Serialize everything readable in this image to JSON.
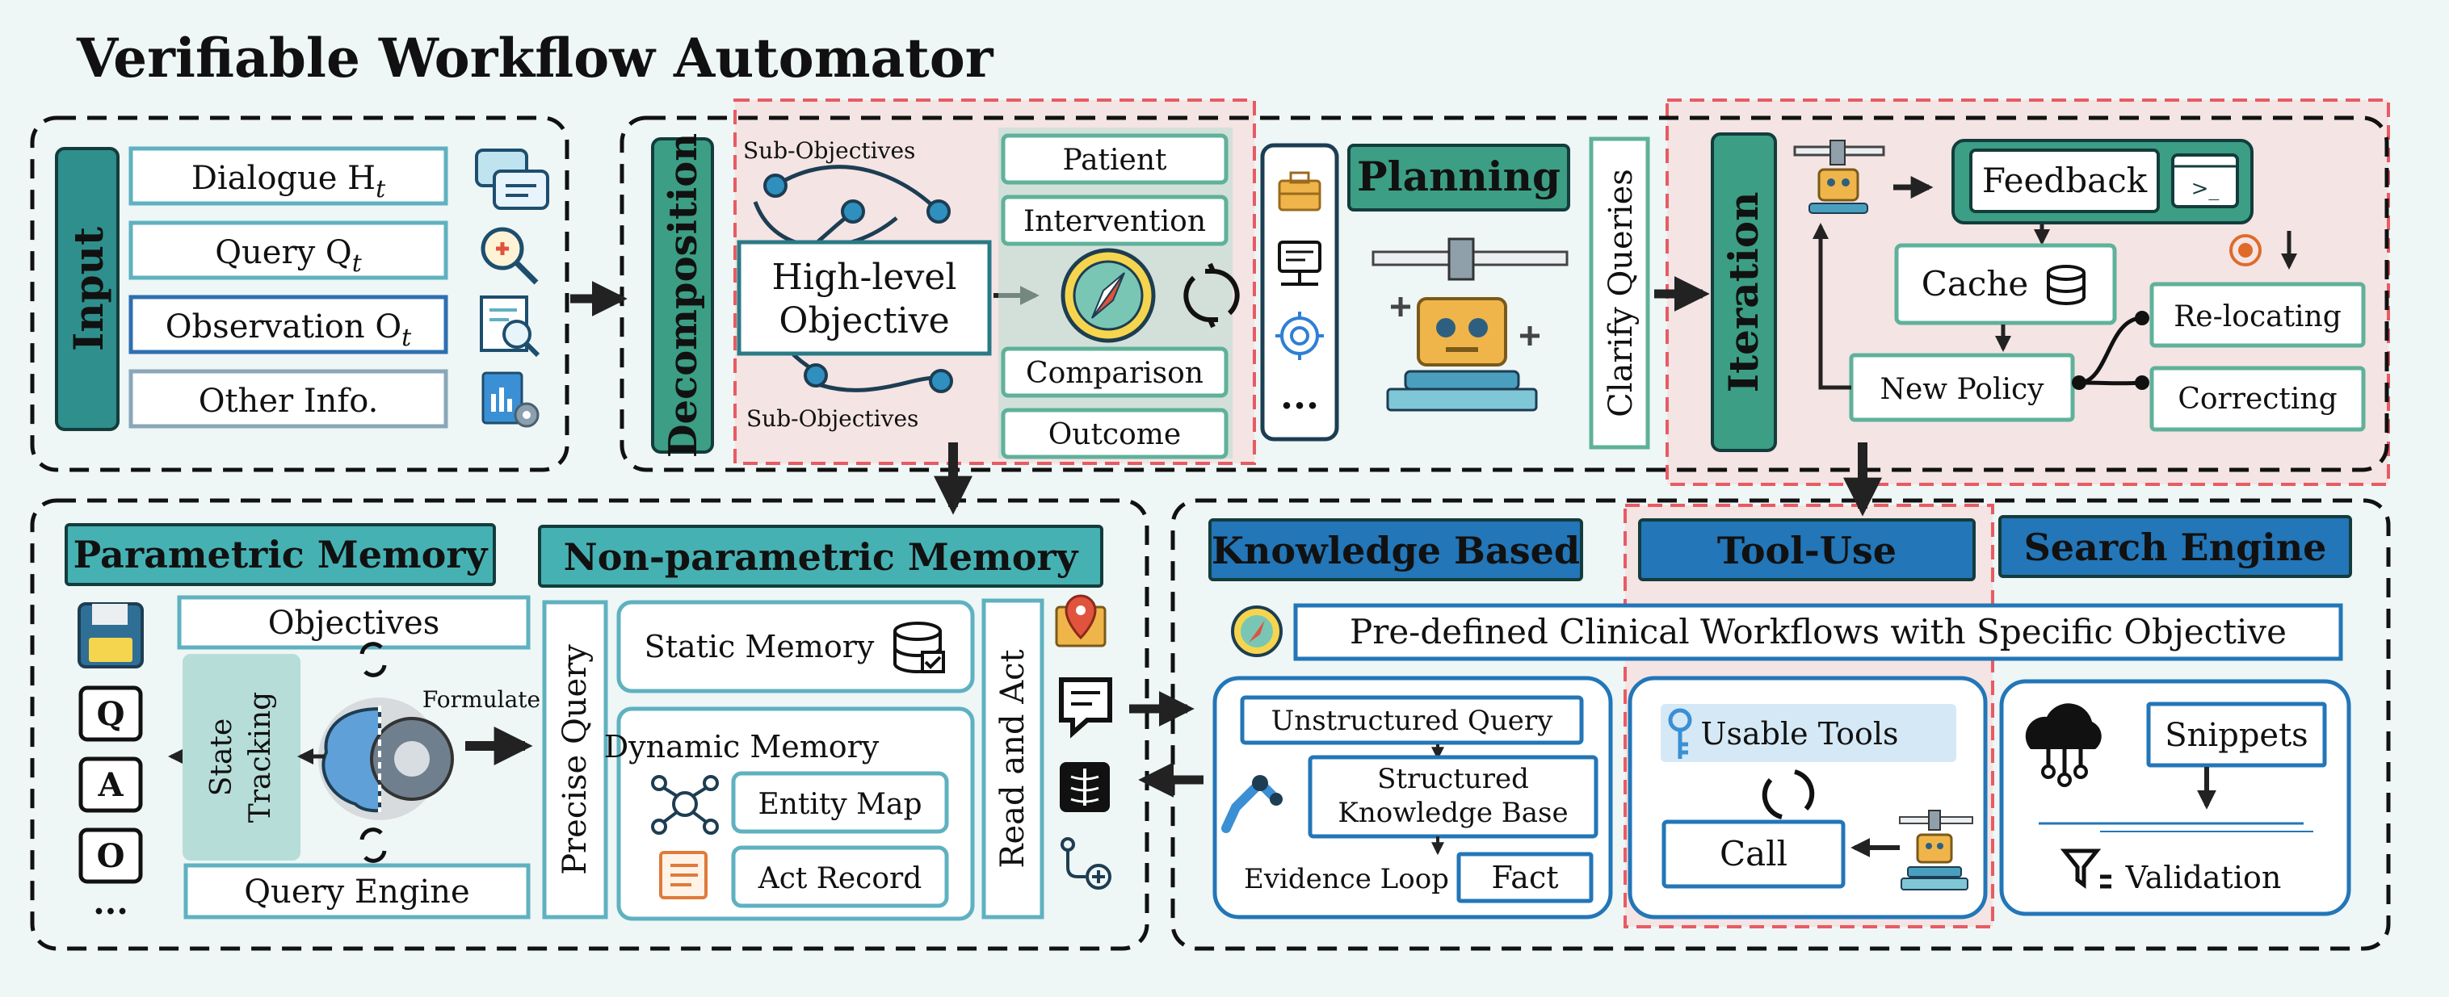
{
  "title": "Verifiable Workflow Automator",
  "input": {
    "header": "Input",
    "items": [
      "Dialogue H",
      "Query Q",
      "Observation O",
      "Other Info."
    ],
    "subscript": "t"
  },
  "decomposition": {
    "header": "Decomposition",
    "sub_objectives_top": "Sub-Objectives",
    "sub_objectives_bottom": "Sub-Objectives",
    "objective_line1": "High-level",
    "objective_line2": "Objective",
    "pico": [
      "Patient",
      "Intervention",
      "Comparison",
      "Outcome"
    ]
  },
  "planning": {
    "header": "Planning",
    "ellipsis": "...",
    "clarify": "Clarify Queries"
  },
  "iteration": {
    "header": "Iteration",
    "feedback": "Feedback",
    "cache": "Cache",
    "new_policy": "New Policy",
    "relocating": "Re-locating",
    "correcting": "Correcting",
    "terminal": ">_"
  },
  "parametric": {
    "header": "Parametric Memory",
    "objectives": "Objectives",
    "state_line1": "State",
    "state_line2": "Tracking",
    "formulate": "Formulate",
    "query_engine": "Query Engine",
    "letters": [
      "Q",
      "A",
      "O"
    ],
    "ellipsis": "..."
  },
  "nonparametric": {
    "header": "Non-parametric Memory",
    "precise_query": "Precise Query",
    "static_memory": "Static Memory",
    "dynamic_memory": "Dynamic Memory",
    "entity_map": "Entity Map",
    "act_record": "Act Record",
    "read_act": "Read and Act"
  },
  "knowledge": {
    "header": "Knowledge Based",
    "unstructured": "Unstructured Query",
    "structured_line1": "Structured",
    "structured_line2": "Knowledge Base",
    "evidence_loop": "Evidence Loop",
    "fact": "Fact"
  },
  "tooluse": {
    "header": "Tool-Use",
    "usable_tools": "Usable Tools",
    "call": "Call"
  },
  "search": {
    "header": "Search Engine",
    "snippets": "Snippets",
    "validation": "Validation"
  },
  "workflow_banner": "Pre-defined Clinical Workflows with Specific Objective",
  "colors": {
    "teal_dark": "#2f8f8c",
    "teal_header": "#46b1b2",
    "green_header": "#3c9e84",
    "blue_header": "#2376b7",
    "box_border": "#5fb1c0",
    "red_dash": "#e85b63"
  }
}
